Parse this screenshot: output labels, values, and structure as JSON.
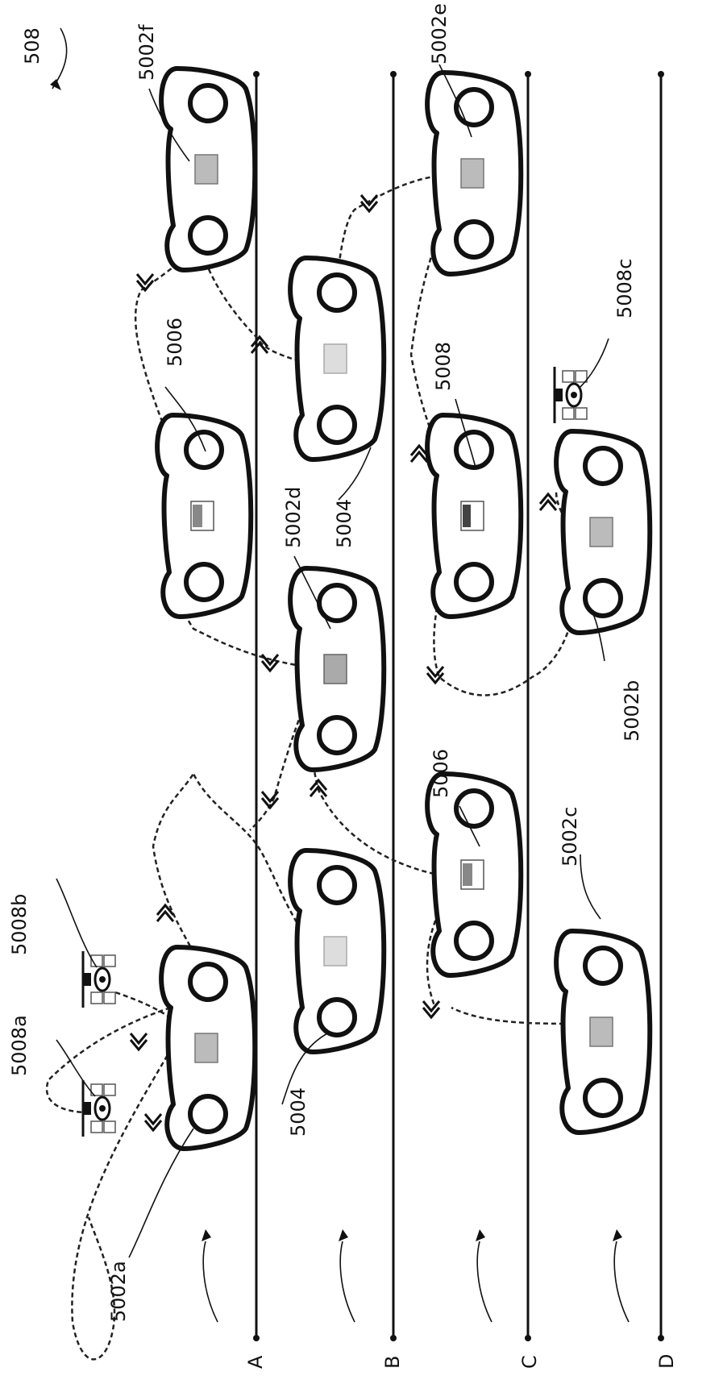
{
  "figure_number": "508",
  "lanes": [
    {
      "label": "A"
    },
    {
      "label": "B"
    },
    {
      "label": "C"
    },
    {
      "label": "D"
    }
  ],
  "labels": {
    "car_5002a": "5002a",
    "drone_5008a": "5008a",
    "drone_5008b": "5008b",
    "car_5004_left": "5004",
    "car_5006_left": "5006",
    "car_5002c": "5002c",
    "car_5002d": "5002d",
    "car_5002b": "5002b",
    "car_5006_upper": "5006",
    "car_5004_mid": "5004",
    "car_5008": "5008",
    "drone_5008c": "5008c",
    "car_5002f": "5002f",
    "car_5002e": "5002e"
  }
}
